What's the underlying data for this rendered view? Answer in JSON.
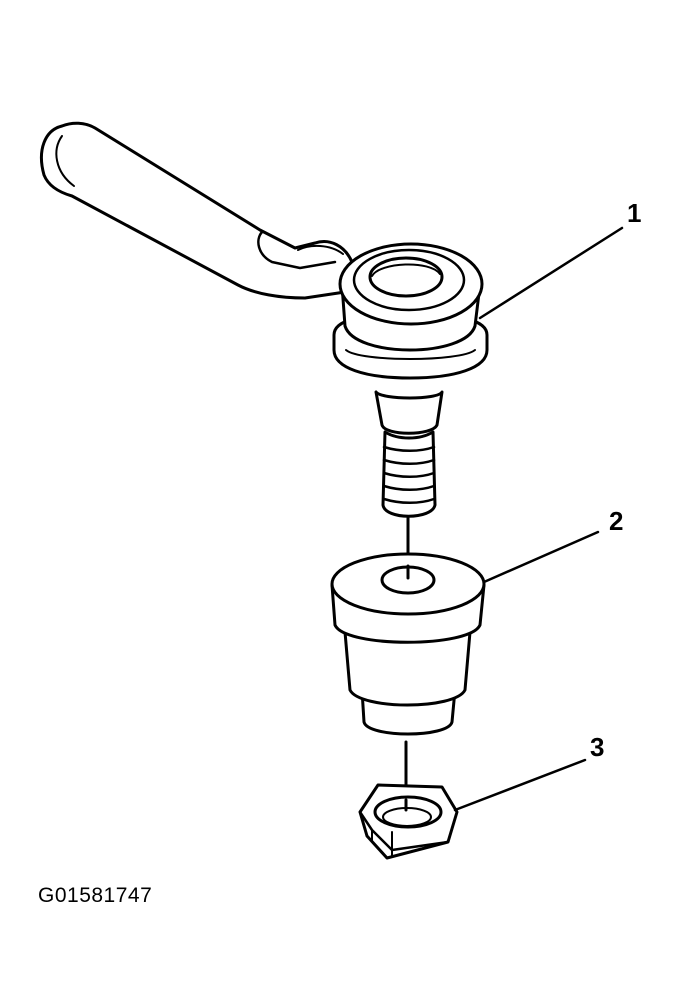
{
  "callouts": [
    {
      "id": "1",
      "label": "1"
    },
    {
      "id": "2",
      "label": "2"
    },
    {
      "id": "3",
      "label": "3"
    }
  ],
  "figure_id": "G01581747",
  "colors": {
    "line": "#000000",
    "background": "#ffffff"
  }
}
